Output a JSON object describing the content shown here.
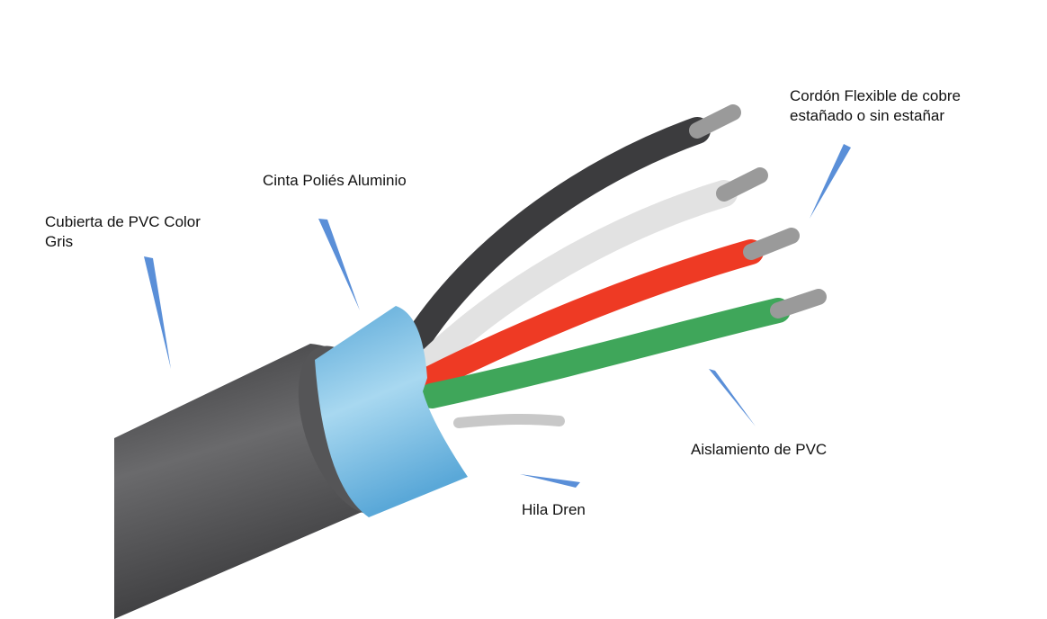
{
  "labels": {
    "jacket": [
      "Cubierta de PVC Color",
      "Gris"
    ],
    "tape": "Cinta Poliés Aluminio",
    "conductor": [
      "Cordón Flexible de cobre",
      "estañado o sin estañar"
    ],
    "insulation": "Aislamiento de PVC",
    "drain": "Hila Dren"
  },
  "colors": {
    "jacket": "#4a4a4c",
    "tape": "#7fc0e6",
    "wire_black": "#3c3c3e",
    "wire_white": "#e4e4e4",
    "wire_red": "#ee3a24",
    "wire_green": "#3fa65a",
    "pointer": "#5a8fd8"
  }
}
